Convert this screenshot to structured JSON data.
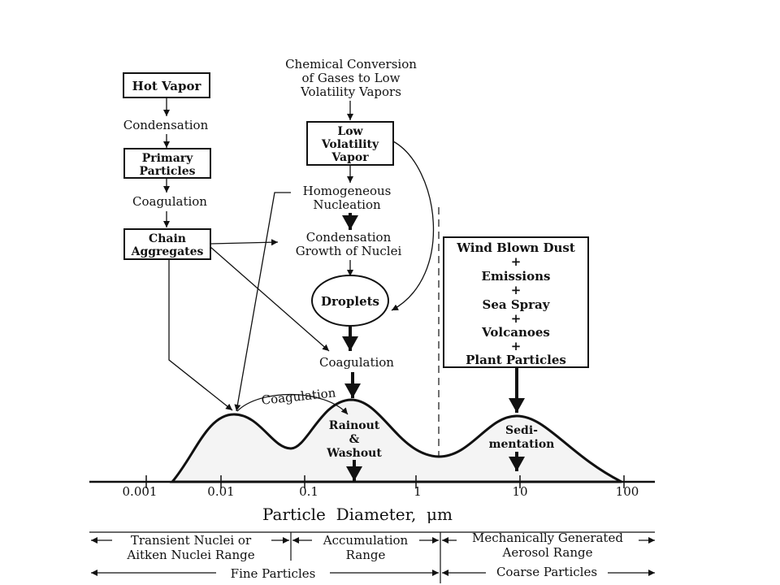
{
  "boxes": {
    "hot_vapor": "Hot Vapor",
    "primary_particles": [
      "Primary",
      "Particles"
    ],
    "chain_aggregates": [
      "Chain",
      "Aggregates"
    ],
    "low_volatility_vapor": [
      "Low",
      "Volatility",
      "Vapor"
    ],
    "droplets": "Droplets",
    "sources": [
      "Wind Blown Dust",
      "+",
      "Emissions",
      "+",
      "Sea Spray",
      "+",
      "Volcanoes",
      "+",
      "Plant Particles"
    ]
  },
  "labels": {
    "chemical_conversion": [
      "Chemical Conversion",
      "of Gases to Low",
      "Volatility Vapors"
    ],
    "condensation": "Condensation",
    "coagulation_left": "Coagulation",
    "homogeneous_nucleation": [
      "Homogeneous",
      "Nucleation"
    ],
    "condensation_growth": [
      "Condensation",
      "Growth of Nuclei"
    ],
    "coagulation_center": "Coagulation",
    "coagulation_curve": "Coagulation",
    "rainout": [
      "Rainout",
      "&",
      "Washout"
    ],
    "sedimentation": [
      "Sedi-",
      "mentation"
    ]
  },
  "axis": {
    "title": "Particle  Diameter,  μm",
    "ticks": [
      "0.001",
      "0.01",
      "0.1",
      "1",
      "10",
      "100"
    ]
  },
  "ranges": {
    "transient": [
      "Transient Nuclei or",
      "Aitken Nuclei Range"
    ],
    "accumulation": [
      "Accumulation",
      "Range"
    ],
    "mechanical": [
      "Mechanically Generated",
      "Aerosol Range"
    ],
    "fine": "Fine Particles",
    "coarse": "Coarse Particles"
  },
  "colors": {
    "ink": "#111111",
    "curve_fill": "#f4f4f4",
    "background": "#ffffff"
  }
}
